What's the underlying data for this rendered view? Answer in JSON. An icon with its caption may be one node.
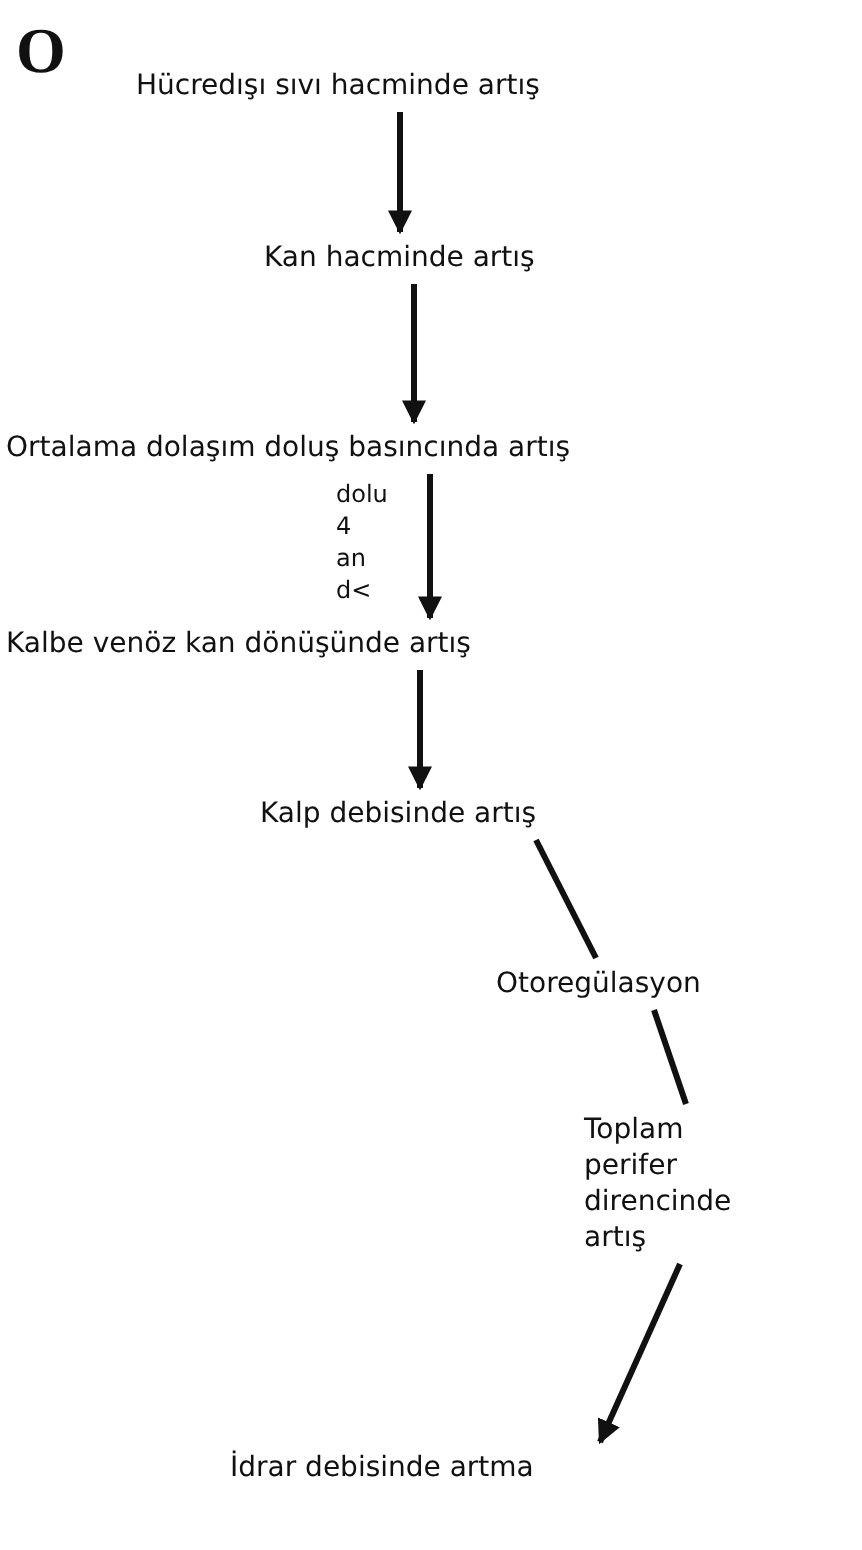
{
  "diagram": {
    "nodes": [
      {
        "text": [
          "Hücredışı sıvı hacminde artış"
        ]
      },
      {
        "text": [
          "Kan hacminde artış"
        ]
      },
      {
        "text": [
          "Ortalama dolaşım doluş basıncında artış"
        ]
      },
      {
        "text": [
          "Kalbe venöz kan dönüşünde artış"
        ]
      },
      {
        "text": [
          "Kalp debisinde artış"
        ]
      },
      {
        "text": [
          "Otoregülasyon"
        ]
      },
      {
        "text": [
          "Toplam perifer direncinde artış"
        ]
      },
      {
        "text": [
          "İdrar debisinde artma"
        ]
      }
    ],
    "edges": [
      {
        "from": 0,
        "to": 1,
        "arrow": "to"
      },
      {
        "from": 1,
        "to": 2,
        "arrow": "to"
      },
      {
        "from": 2,
        "to": 3,
        "arrow": "to"
      },
      {
        "from": 3,
        "to": 4,
        "arrow": "to"
      },
      {
        "from": 4,
        "to": 5,
        "arrow": "none"
      },
      {
        "from": 5,
        "to": 6,
        "arrow": "none"
      },
      {
        "from": 6,
        "to": 7,
        "arrow": "to"
      }
    ],
    "labels": [
      "O",
      "dolu",
      "4",
      "an",
      "d<"
    ]
  }
}
